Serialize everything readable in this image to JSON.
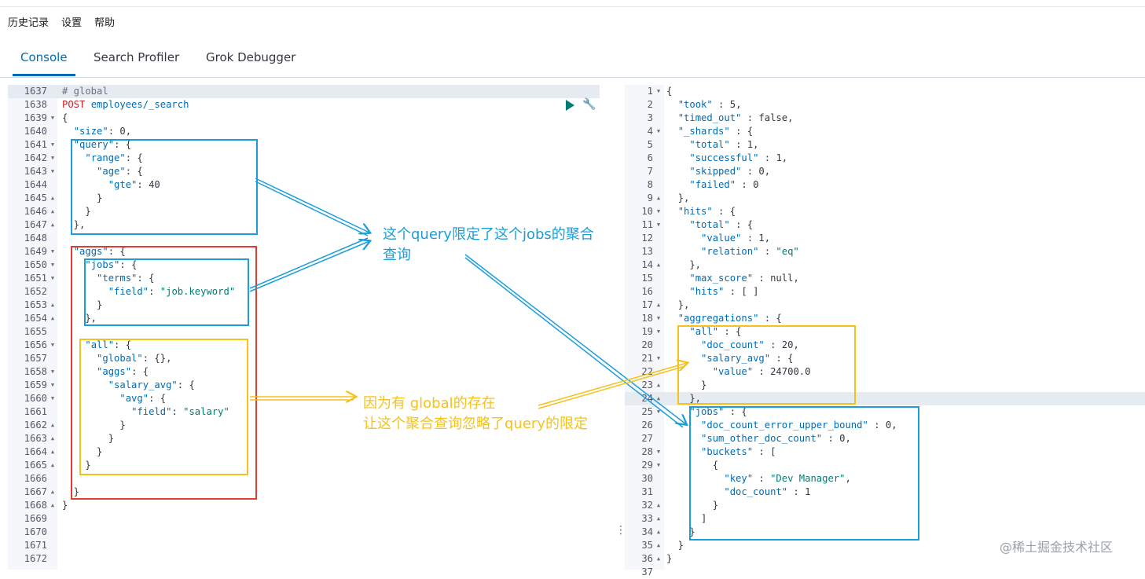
{
  "menu": [
    "历史记录",
    "设置",
    "帮助"
  ],
  "tabs": [
    {
      "label": "Console",
      "active": true
    },
    {
      "label": "Search Profiler",
      "active": false
    },
    {
      "label": "Grok Debugger",
      "active": false
    }
  ],
  "request": {
    "lines": [
      {
        "no": "1637",
        "fold": "",
        "t": [
          [
            "c",
            "# global"
          ]
        ]
      },
      {
        "no": "1638",
        "fold": "",
        "t": [
          [
            "m",
            "POST "
          ],
          [
            "u",
            "employees/_search"
          ]
        ]
      },
      {
        "no": "1639",
        "fold": "down",
        "t": [
          [
            "b",
            "{"
          ]
        ]
      },
      {
        "no": "1640",
        "fold": "",
        "t": [
          [
            "b",
            "  "
          ],
          [
            "k",
            "\"size\""
          ],
          [
            "b",
            ": "
          ],
          [
            "n",
            "0"
          ],
          [
            "b",
            ","
          ]
        ]
      },
      {
        "no": "1641",
        "fold": "down",
        "t": [
          [
            "b",
            "  "
          ],
          [
            "k",
            "\"query\""
          ],
          [
            "b",
            ": {"
          ]
        ]
      },
      {
        "no": "1642",
        "fold": "down",
        "t": [
          [
            "b",
            "    "
          ],
          [
            "k",
            "\"range\""
          ],
          [
            "b",
            ": {"
          ]
        ]
      },
      {
        "no": "1643",
        "fold": "down",
        "t": [
          [
            "b",
            "      "
          ],
          [
            "k",
            "\"age\""
          ],
          [
            "b",
            ": {"
          ]
        ]
      },
      {
        "no": "1644",
        "fold": "",
        "t": [
          [
            "b",
            "        "
          ],
          [
            "k",
            "\"gte\""
          ],
          [
            "b",
            ": "
          ],
          [
            "n",
            "40"
          ]
        ]
      },
      {
        "no": "1645",
        "fold": "up",
        "t": [
          [
            "b",
            "      }"
          ]
        ]
      },
      {
        "no": "1646",
        "fold": "up",
        "t": [
          [
            "b",
            "    }"
          ]
        ]
      },
      {
        "no": "1647",
        "fold": "up",
        "t": [
          [
            "b",
            "  },"
          ]
        ]
      },
      {
        "no": "1648",
        "fold": "",
        "t": []
      },
      {
        "no": "1649",
        "fold": "down",
        "t": [
          [
            "b",
            "  "
          ],
          [
            "k",
            "\"aggs\""
          ],
          [
            "b",
            ": {"
          ]
        ]
      },
      {
        "no": "1650",
        "fold": "down",
        "t": [
          [
            "b",
            "    "
          ],
          [
            "k",
            "\"jobs\""
          ],
          [
            "b",
            ": {"
          ]
        ]
      },
      {
        "no": "1651",
        "fold": "down",
        "t": [
          [
            "b",
            "      "
          ],
          [
            "k",
            "\"terms\""
          ],
          [
            "b",
            ": {"
          ]
        ]
      },
      {
        "no": "1652",
        "fold": "",
        "t": [
          [
            "b",
            "        "
          ],
          [
            "k",
            "\"field\""
          ],
          [
            "b",
            ": "
          ],
          [
            "s",
            "\"job.keyword\""
          ]
        ]
      },
      {
        "no": "1653",
        "fold": "up",
        "t": [
          [
            "b",
            "      }"
          ]
        ]
      },
      {
        "no": "1654",
        "fold": "up",
        "t": [
          [
            "b",
            "    },"
          ]
        ]
      },
      {
        "no": "1655",
        "fold": "",
        "t": []
      },
      {
        "no": "1656",
        "fold": "down",
        "t": [
          [
            "b",
            "    "
          ],
          [
            "k",
            "\"all\""
          ],
          [
            "b",
            ": {"
          ]
        ]
      },
      {
        "no": "1657",
        "fold": "",
        "t": [
          [
            "b",
            "      "
          ],
          [
            "k",
            "\"global\""
          ],
          [
            "b",
            ": {},"
          ]
        ]
      },
      {
        "no": "1658",
        "fold": "down",
        "t": [
          [
            "b",
            "      "
          ],
          [
            "k",
            "\"aggs\""
          ],
          [
            "b",
            ": {"
          ]
        ]
      },
      {
        "no": "1659",
        "fold": "down",
        "t": [
          [
            "b",
            "        "
          ],
          [
            "k",
            "\"salary_avg\""
          ],
          [
            "b",
            ": {"
          ]
        ]
      },
      {
        "no": "1660",
        "fold": "down",
        "t": [
          [
            "b",
            "          "
          ],
          [
            "k",
            "\"avg\""
          ],
          [
            "b",
            ": {"
          ]
        ]
      },
      {
        "no": "1661",
        "fold": "",
        "t": [
          [
            "b",
            "            "
          ],
          [
            "k",
            "\"field\""
          ],
          [
            "b",
            ": "
          ],
          [
            "s",
            "\"salary\""
          ]
        ]
      },
      {
        "no": "1662",
        "fold": "up",
        "t": [
          [
            "b",
            "          }"
          ]
        ]
      },
      {
        "no": "1663",
        "fold": "up",
        "t": [
          [
            "b",
            "        }"
          ]
        ]
      },
      {
        "no": "1664",
        "fold": "up",
        "t": [
          [
            "b",
            "      }"
          ]
        ]
      },
      {
        "no": "1665",
        "fold": "up",
        "t": [
          [
            "b",
            "    }"
          ]
        ]
      },
      {
        "no": "1666",
        "fold": "",
        "t": []
      },
      {
        "no": "1667",
        "fold": "up",
        "t": [
          [
            "b",
            "  }"
          ]
        ]
      },
      {
        "no": "1668",
        "fold": "up",
        "t": [
          [
            "b",
            "}"
          ]
        ]
      },
      {
        "no": "1669",
        "fold": "",
        "t": []
      },
      {
        "no": "1670",
        "fold": "",
        "t": []
      },
      {
        "no": "1671",
        "fold": "",
        "t": []
      },
      {
        "no": "1672",
        "fold": "",
        "t": []
      }
    ]
  },
  "response": {
    "lines": [
      {
        "no": "1",
        "fold": "down",
        "t": [
          [
            "b",
            "{"
          ]
        ]
      },
      {
        "no": "2",
        "fold": "",
        "t": [
          [
            "b",
            "  "
          ],
          [
            "k",
            "\"took\""
          ],
          [
            "b",
            " : "
          ],
          [
            "n",
            "5"
          ],
          [
            "b",
            ","
          ]
        ]
      },
      {
        "no": "3",
        "fold": "",
        "t": [
          [
            "b",
            "  "
          ],
          [
            "k",
            "\"timed_out\""
          ],
          [
            "b",
            " : "
          ],
          [
            "n",
            "false"
          ],
          [
            "b",
            ","
          ]
        ]
      },
      {
        "no": "4",
        "fold": "down",
        "t": [
          [
            "b",
            "  "
          ],
          [
            "k",
            "\"_shards\""
          ],
          [
            "b",
            " : {"
          ]
        ]
      },
      {
        "no": "5",
        "fold": "",
        "t": [
          [
            "b",
            "    "
          ],
          [
            "k",
            "\"total\""
          ],
          [
            "b",
            " : "
          ],
          [
            "n",
            "1"
          ],
          [
            "b",
            ","
          ]
        ]
      },
      {
        "no": "6",
        "fold": "",
        "t": [
          [
            "b",
            "    "
          ],
          [
            "k",
            "\"successful\""
          ],
          [
            "b",
            " : "
          ],
          [
            "n",
            "1"
          ],
          [
            "b",
            ","
          ]
        ]
      },
      {
        "no": "7",
        "fold": "",
        "t": [
          [
            "b",
            "    "
          ],
          [
            "k",
            "\"skipped\""
          ],
          [
            "b",
            " : "
          ],
          [
            "n",
            "0"
          ],
          [
            "b",
            ","
          ]
        ]
      },
      {
        "no": "8",
        "fold": "",
        "t": [
          [
            "b",
            "    "
          ],
          [
            "k",
            "\"failed\""
          ],
          [
            "b",
            " : "
          ],
          [
            "n",
            "0"
          ]
        ]
      },
      {
        "no": "9",
        "fold": "up",
        "t": [
          [
            "b",
            "  },"
          ]
        ]
      },
      {
        "no": "10",
        "fold": "down",
        "t": [
          [
            "b",
            "  "
          ],
          [
            "k",
            "\"hits\""
          ],
          [
            "b",
            " : {"
          ]
        ]
      },
      {
        "no": "11",
        "fold": "down",
        "t": [
          [
            "b",
            "    "
          ],
          [
            "k",
            "\"total\""
          ],
          [
            "b",
            " : {"
          ]
        ]
      },
      {
        "no": "12",
        "fold": "",
        "t": [
          [
            "b",
            "      "
          ],
          [
            "k",
            "\"value\""
          ],
          [
            "b",
            " : "
          ],
          [
            "n",
            "1"
          ],
          [
            "b",
            ","
          ]
        ]
      },
      {
        "no": "13",
        "fold": "",
        "t": [
          [
            "b",
            "      "
          ],
          [
            "k",
            "\"relation\""
          ],
          [
            "b",
            " : "
          ],
          [
            "s",
            "\"eq\""
          ]
        ]
      },
      {
        "no": "14",
        "fold": "up",
        "t": [
          [
            "b",
            "    },"
          ]
        ]
      },
      {
        "no": "15",
        "fold": "",
        "t": [
          [
            "b",
            "    "
          ],
          [
            "k",
            "\"max_score\""
          ],
          [
            "b",
            " : "
          ],
          [
            "n",
            "null"
          ],
          [
            "b",
            ","
          ]
        ]
      },
      {
        "no": "16",
        "fold": "",
        "t": [
          [
            "b",
            "    "
          ],
          [
            "k",
            "\"hits\""
          ],
          [
            "b",
            " : [ ]"
          ]
        ]
      },
      {
        "no": "17",
        "fold": "up",
        "t": [
          [
            "b",
            "  },"
          ]
        ]
      },
      {
        "no": "18",
        "fold": "down",
        "t": [
          [
            "b",
            "  "
          ],
          [
            "k",
            "\"aggregations\""
          ],
          [
            "b",
            " : {"
          ]
        ]
      },
      {
        "no": "19",
        "fold": "down",
        "t": [
          [
            "b",
            "    "
          ],
          [
            "k",
            "\"all\""
          ],
          [
            "b",
            " : {"
          ]
        ]
      },
      {
        "no": "20",
        "fold": "",
        "t": [
          [
            "b",
            "      "
          ],
          [
            "k",
            "\"doc_count\""
          ],
          [
            "b",
            " : "
          ],
          [
            "n",
            "20"
          ],
          [
            "b",
            ","
          ]
        ]
      },
      {
        "no": "21",
        "fold": "down",
        "t": [
          [
            "b",
            "      "
          ],
          [
            "k",
            "\"salary_avg\""
          ],
          [
            "b",
            " : {"
          ]
        ]
      },
      {
        "no": "22",
        "fold": "",
        "t": [
          [
            "b",
            "        "
          ],
          [
            "k",
            "\"value\""
          ],
          [
            "b",
            " : "
          ],
          [
            "n",
            "24700.0"
          ]
        ]
      },
      {
        "no": "23",
        "fold": "up",
        "t": [
          [
            "b",
            "      }"
          ]
        ]
      },
      {
        "no": "24",
        "fold": "up",
        "t": [
          [
            "b",
            "    },"
          ]
        ]
      },
      {
        "no": "25",
        "fold": "down",
        "t": [
          [
            "b",
            "    "
          ],
          [
            "k",
            "\"jobs\""
          ],
          [
            "b",
            " : {"
          ]
        ]
      },
      {
        "no": "26",
        "fold": "",
        "t": [
          [
            "b",
            "      "
          ],
          [
            "k",
            "\"doc_count_error_upper_bound\""
          ],
          [
            "b",
            " : "
          ],
          [
            "n",
            "0"
          ],
          [
            "b",
            ","
          ]
        ]
      },
      {
        "no": "27",
        "fold": "",
        "t": [
          [
            "b",
            "      "
          ],
          [
            "k",
            "\"sum_other_doc_count\""
          ],
          [
            "b",
            " : "
          ],
          [
            "n",
            "0"
          ],
          [
            "b",
            ","
          ]
        ]
      },
      {
        "no": "28",
        "fold": "down",
        "t": [
          [
            "b",
            "      "
          ],
          [
            "k",
            "\"buckets\""
          ],
          [
            "b",
            " : ["
          ]
        ]
      },
      {
        "no": "29",
        "fold": "down",
        "t": [
          [
            "b",
            "        {"
          ]
        ]
      },
      {
        "no": "30",
        "fold": "",
        "t": [
          [
            "b",
            "          "
          ],
          [
            "k",
            "\"key\""
          ],
          [
            "b",
            " : "
          ],
          [
            "s",
            "\"Dev Manager\""
          ],
          [
            "b",
            ","
          ]
        ]
      },
      {
        "no": "31",
        "fold": "",
        "t": [
          [
            "b",
            "          "
          ],
          [
            "k",
            "\"doc_count\""
          ],
          [
            "b",
            " : "
          ],
          [
            "n",
            "1"
          ]
        ]
      },
      {
        "no": "32",
        "fold": "up",
        "t": [
          [
            "b",
            "        }"
          ]
        ]
      },
      {
        "no": "33",
        "fold": "up",
        "t": [
          [
            "b",
            "      ]"
          ]
        ]
      },
      {
        "no": "34",
        "fold": "up",
        "t": [
          [
            "b",
            "    }"
          ]
        ]
      },
      {
        "no": "35",
        "fold": "up",
        "t": [
          [
            "b",
            "  }"
          ]
        ]
      },
      {
        "no": "36",
        "fold": "up",
        "t": [
          [
            "b",
            "}"
          ]
        ]
      },
      {
        "no": "37",
        "fold": "",
        "t": []
      }
    ]
  },
  "annotations": {
    "query_note_line1": "这个query限定了这个jobs的聚合",
    "query_note_line2": "查询",
    "global_note_line1": "因为有 global的存在",
    "global_note_line2": "让这个聚合查询忽略了query的限定"
  },
  "watermark": "@稀土掘金技术社区",
  "colors": {
    "accent": "#006bb4",
    "annotation_blue": "#1a9ed9",
    "annotation_yellow": "#f5c21b",
    "annotation_red": "#e03c31"
  }
}
